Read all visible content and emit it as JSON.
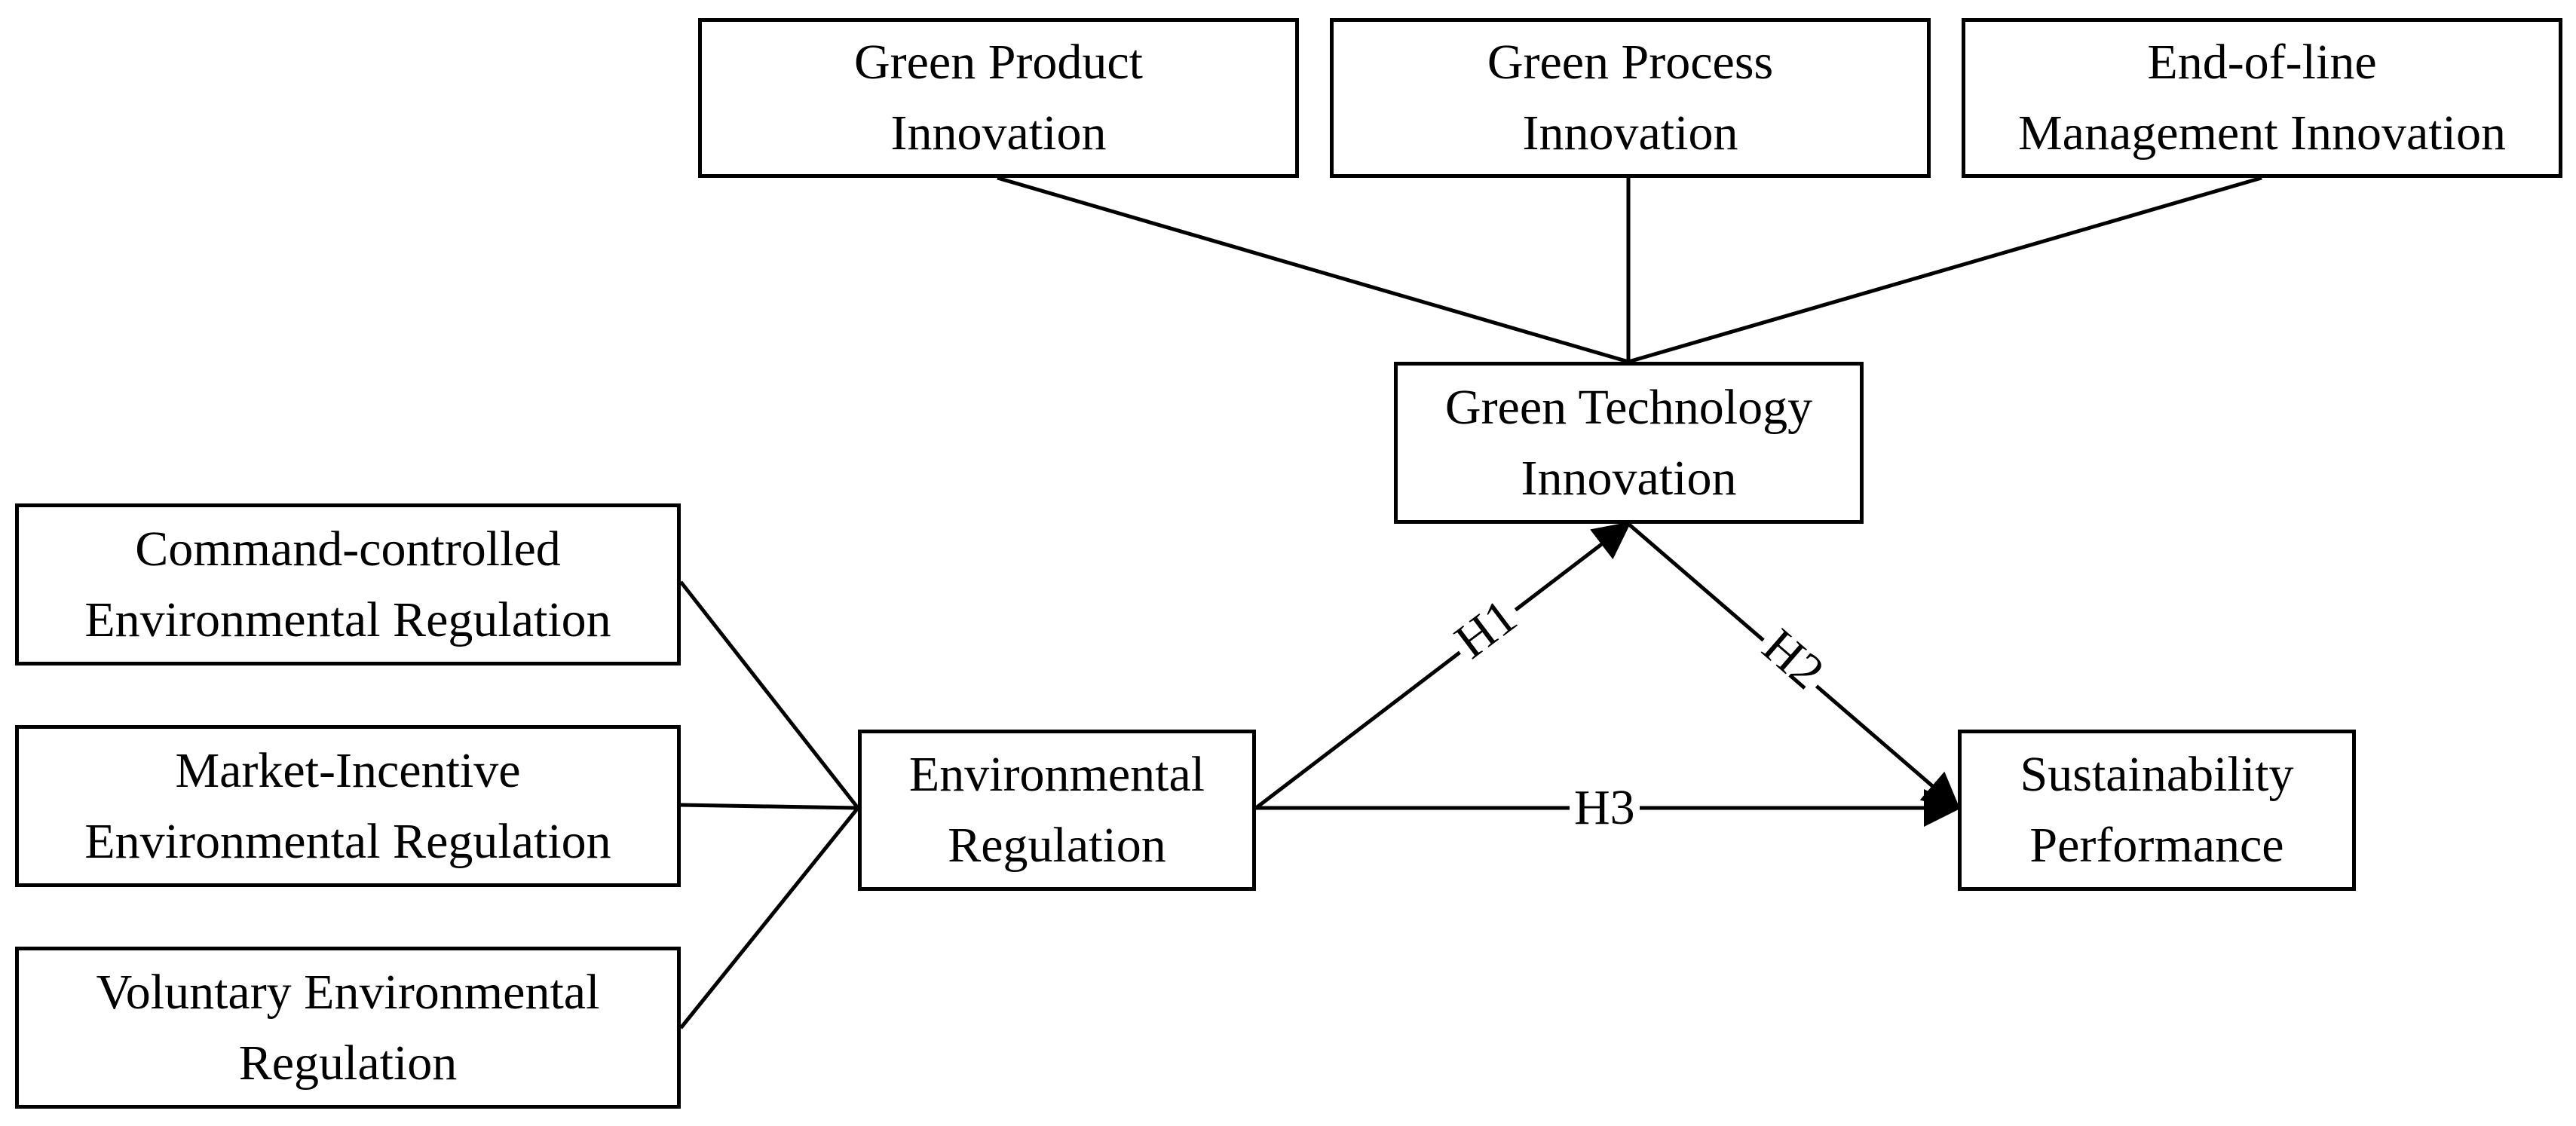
{
  "nodes": {
    "green_product": {
      "line1": "Green Product",
      "line2": "Innovation"
    },
    "green_process": {
      "line1": "Green Process",
      "line2": "Innovation"
    },
    "end_of_line": {
      "line1": "End-of-line",
      "line2": "Management Innovation"
    },
    "green_tech": {
      "line1": "Green Technology",
      "line2": "Innovation"
    },
    "command": {
      "line1": "Command-controlled",
      "line2": "Environmental Regulation"
    },
    "market": {
      "line1": "Market-Incentive",
      "line2": "Environmental Regulation"
    },
    "voluntary": {
      "line1": "Voluntary Environmental",
      "line2": "Regulation"
    },
    "env_reg": {
      "line1": "Environmental",
      "line2": "Regulation"
    },
    "sustain": {
      "line1": "Sustainability",
      "line2": "Performance"
    }
  },
  "edges": {
    "h1": "H1",
    "h2": "H2",
    "h3": "H3"
  }
}
